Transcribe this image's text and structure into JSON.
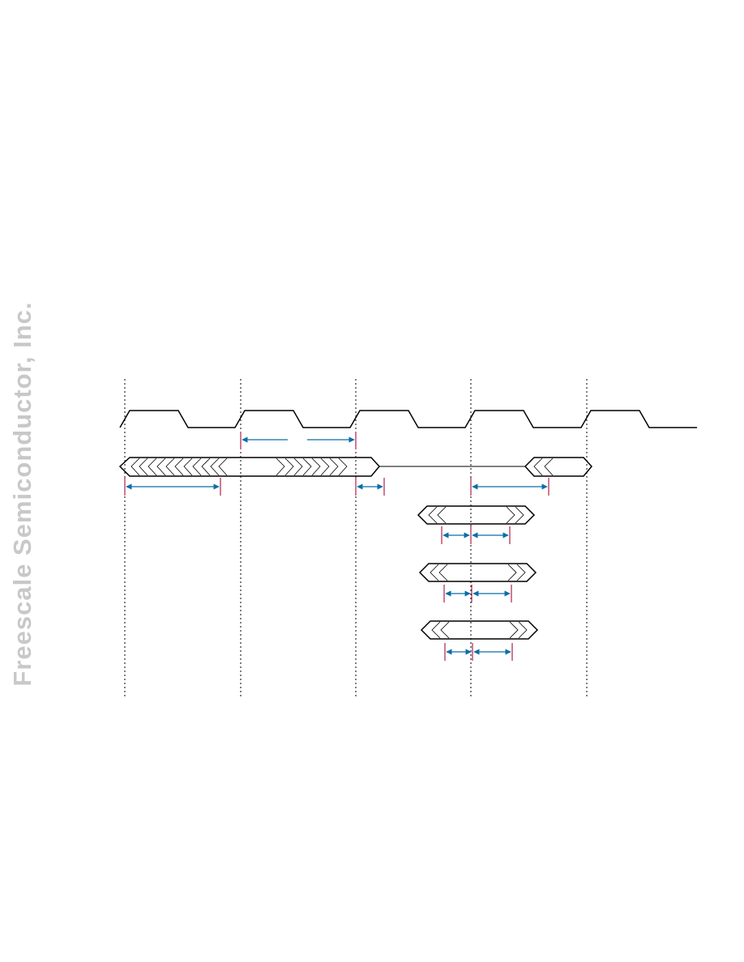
{
  "watermark": {
    "text": "Freescale Semiconductor, Inc."
  },
  "colors": {
    "signal": "#000000",
    "dotted_gridline": "#000000",
    "timing_arrow": "#0a6ea8",
    "measurement_marker": "#b0204a",
    "watermark": "#c8c8c8"
  },
  "diagram": {
    "clock_cycles_shown": 5,
    "data_bus_lanes": 4,
    "timing_arrow_count": 11
  }
}
